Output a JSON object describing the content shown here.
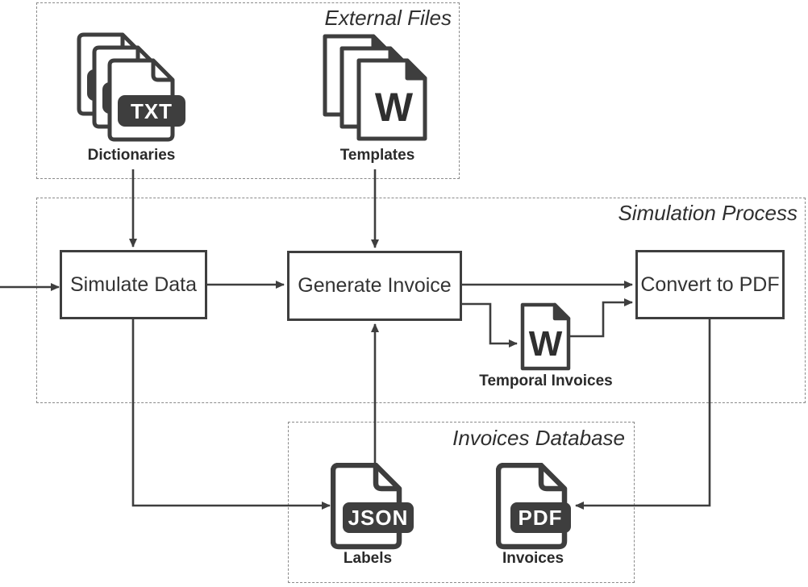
{
  "diagram": {
    "groups": {
      "external": {
        "label": "External Files"
      },
      "simulation": {
        "label": "Simulation Process"
      },
      "database": {
        "label": "Invoices Database"
      }
    },
    "nodes": {
      "simulate": {
        "label": "Simulate Data"
      },
      "generate": {
        "label": "Generate Invoice"
      },
      "convert": {
        "label": "Convert to PDF"
      }
    },
    "files": {
      "dictionaries": {
        "caption": "Dictionaries",
        "badge": "TXT",
        "type": "text-file-stack"
      },
      "templates": {
        "caption": "Templates",
        "glyph": "W",
        "type": "word-file-stack"
      },
      "temporal": {
        "caption": "Temporal Invoices",
        "glyph": "W",
        "type": "word-file"
      },
      "labels": {
        "caption": "Labels",
        "badge": "JSON",
        "type": "json-file"
      },
      "invoices": {
        "caption": "Invoices",
        "badge": "PDF",
        "type": "pdf-file"
      }
    },
    "edges": [
      {
        "from": "external-input",
        "to": "simulate-data"
      },
      {
        "from": "dictionaries",
        "to": "simulate-data"
      },
      {
        "from": "templates",
        "to": "generate-invoice"
      },
      {
        "from": "simulate-data",
        "to": "generate-invoice"
      },
      {
        "from": "generate-invoice",
        "to": "convert-to-pdf"
      },
      {
        "from": "generate-invoice",
        "to": "temporal-invoices"
      },
      {
        "from": "temporal-invoices",
        "to": "convert-to-pdf"
      },
      {
        "from": "labels",
        "to": "generate-invoice"
      },
      {
        "from": "simulate-data",
        "to": "labels"
      },
      {
        "from": "convert-to-pdf",
        "to": "invoices"
      }
    ],
    "colors": {
      "ink": "#3e3e3e",
      "text": "#2f2f2f",
      "dashed_border": "#8a8a8a",
      "badge_text": "#ffffff",
      "background": "#ffffff"
    }
  }
}
